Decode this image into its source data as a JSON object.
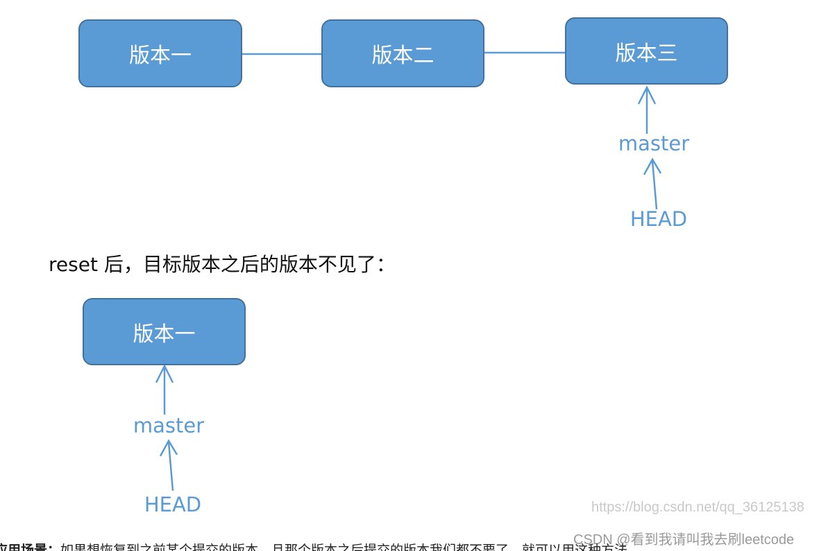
{
  "top_diagram": {
    "versions": [
      "版本一",
      "版本二",
      "版本三"
    ],
    "master_label": "master",
    "head_label": "HEAD"
  },
  "caption": "reset 后，目标版本之后的版本不见了：",
  "bottom_diagram": {
    "version": "版本一",
    "master_label": "master",
    "head_label": "HEAD"
  },
  "watermark": {
    "url": "https://blog.csdn.net/qq_36125138",
    "csdn": "CSDN @看到我请叫我去刷leetcode"
  },
  "footer": {
    "bold_prefix": "应用场景：",
    "text": "如果想恢复到之前某个提交的版本，且那个版本之后提交的版本我们都不要了，就可以用这种方法。"
  },
  "colors": {
    "box_fill": "#5b9bd5",
    "box_border": "#41719c",
    "label": "#5b9bd5"
  }
}
